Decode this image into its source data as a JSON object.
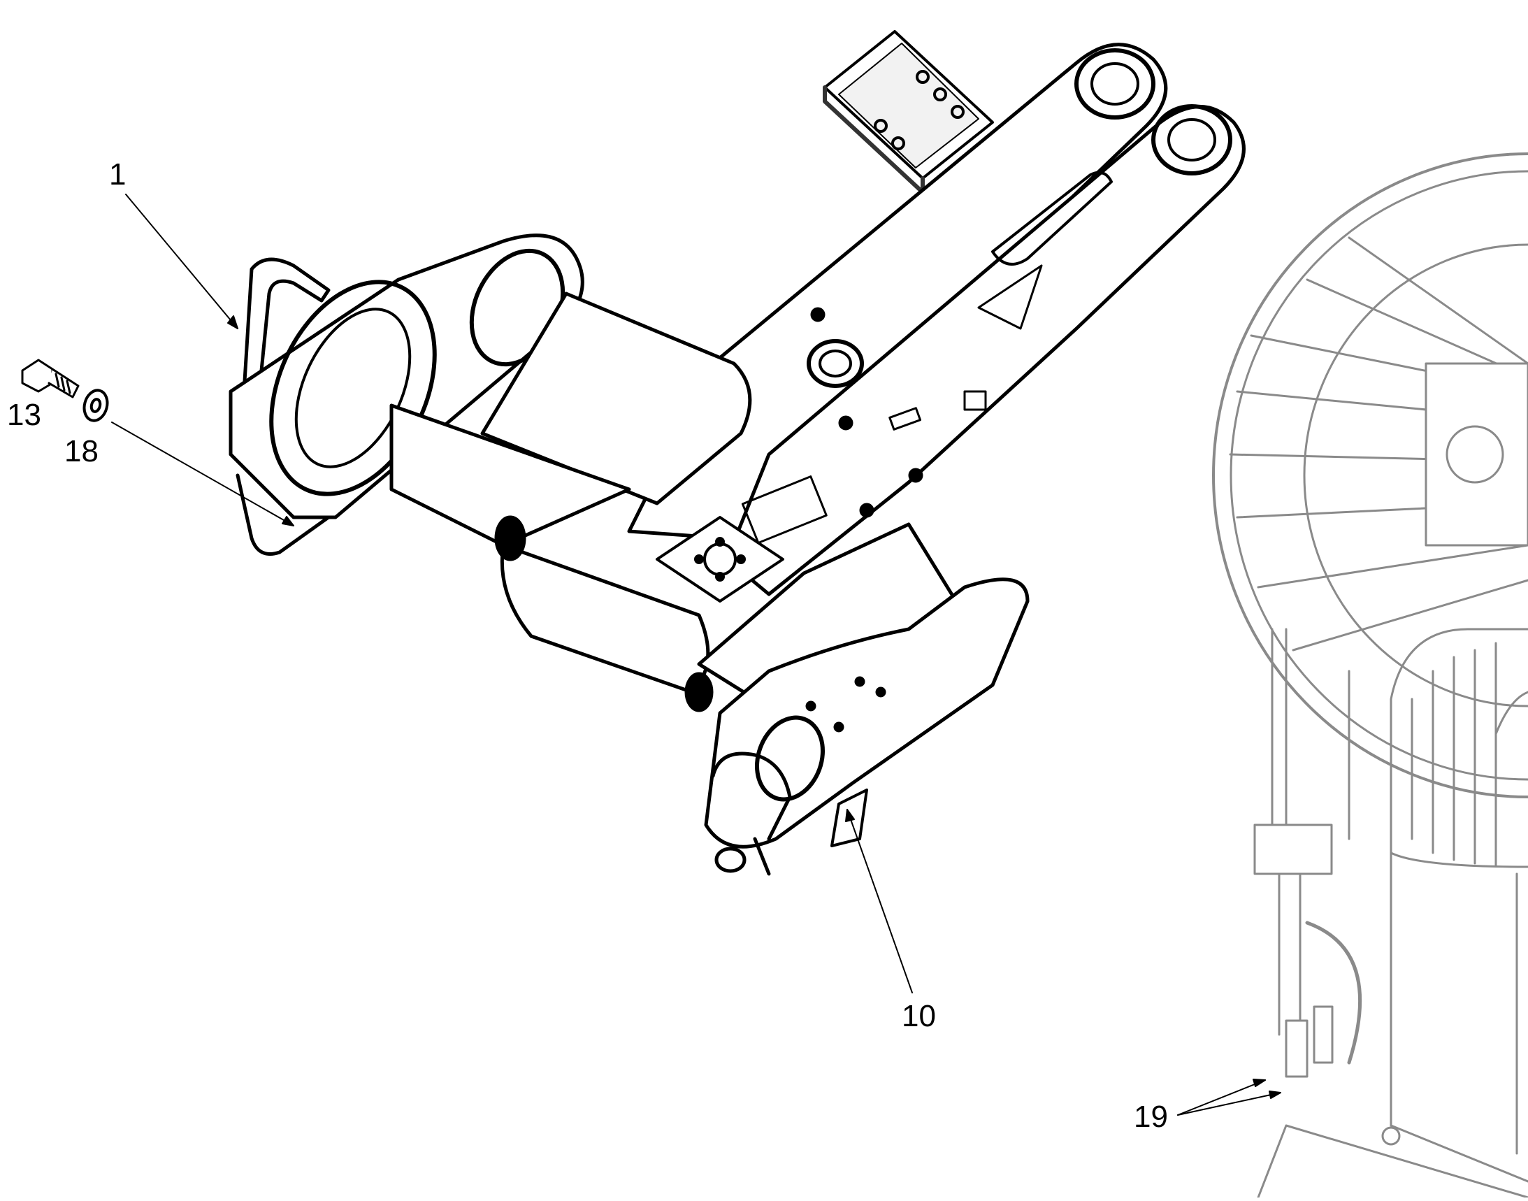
{
  "diagram": {
    "callouts": [
      {
        "id": "1",
        "label": "1"
      },
      {
        "id": "13",
        "label": "13"
      },
      {
        "id": "18",
        "label": "18"
      },
      {
        "id": "10",
        "label": "10"
      },
      {
        "id": "19",
        "label": "19"
      }
    ],
    "colors": {
      "line": "#000000",
      "reel": "#8a8a8a",
      "shade": "#3a3a3a",
      "background": "#ffffff"
    }
  }
}
